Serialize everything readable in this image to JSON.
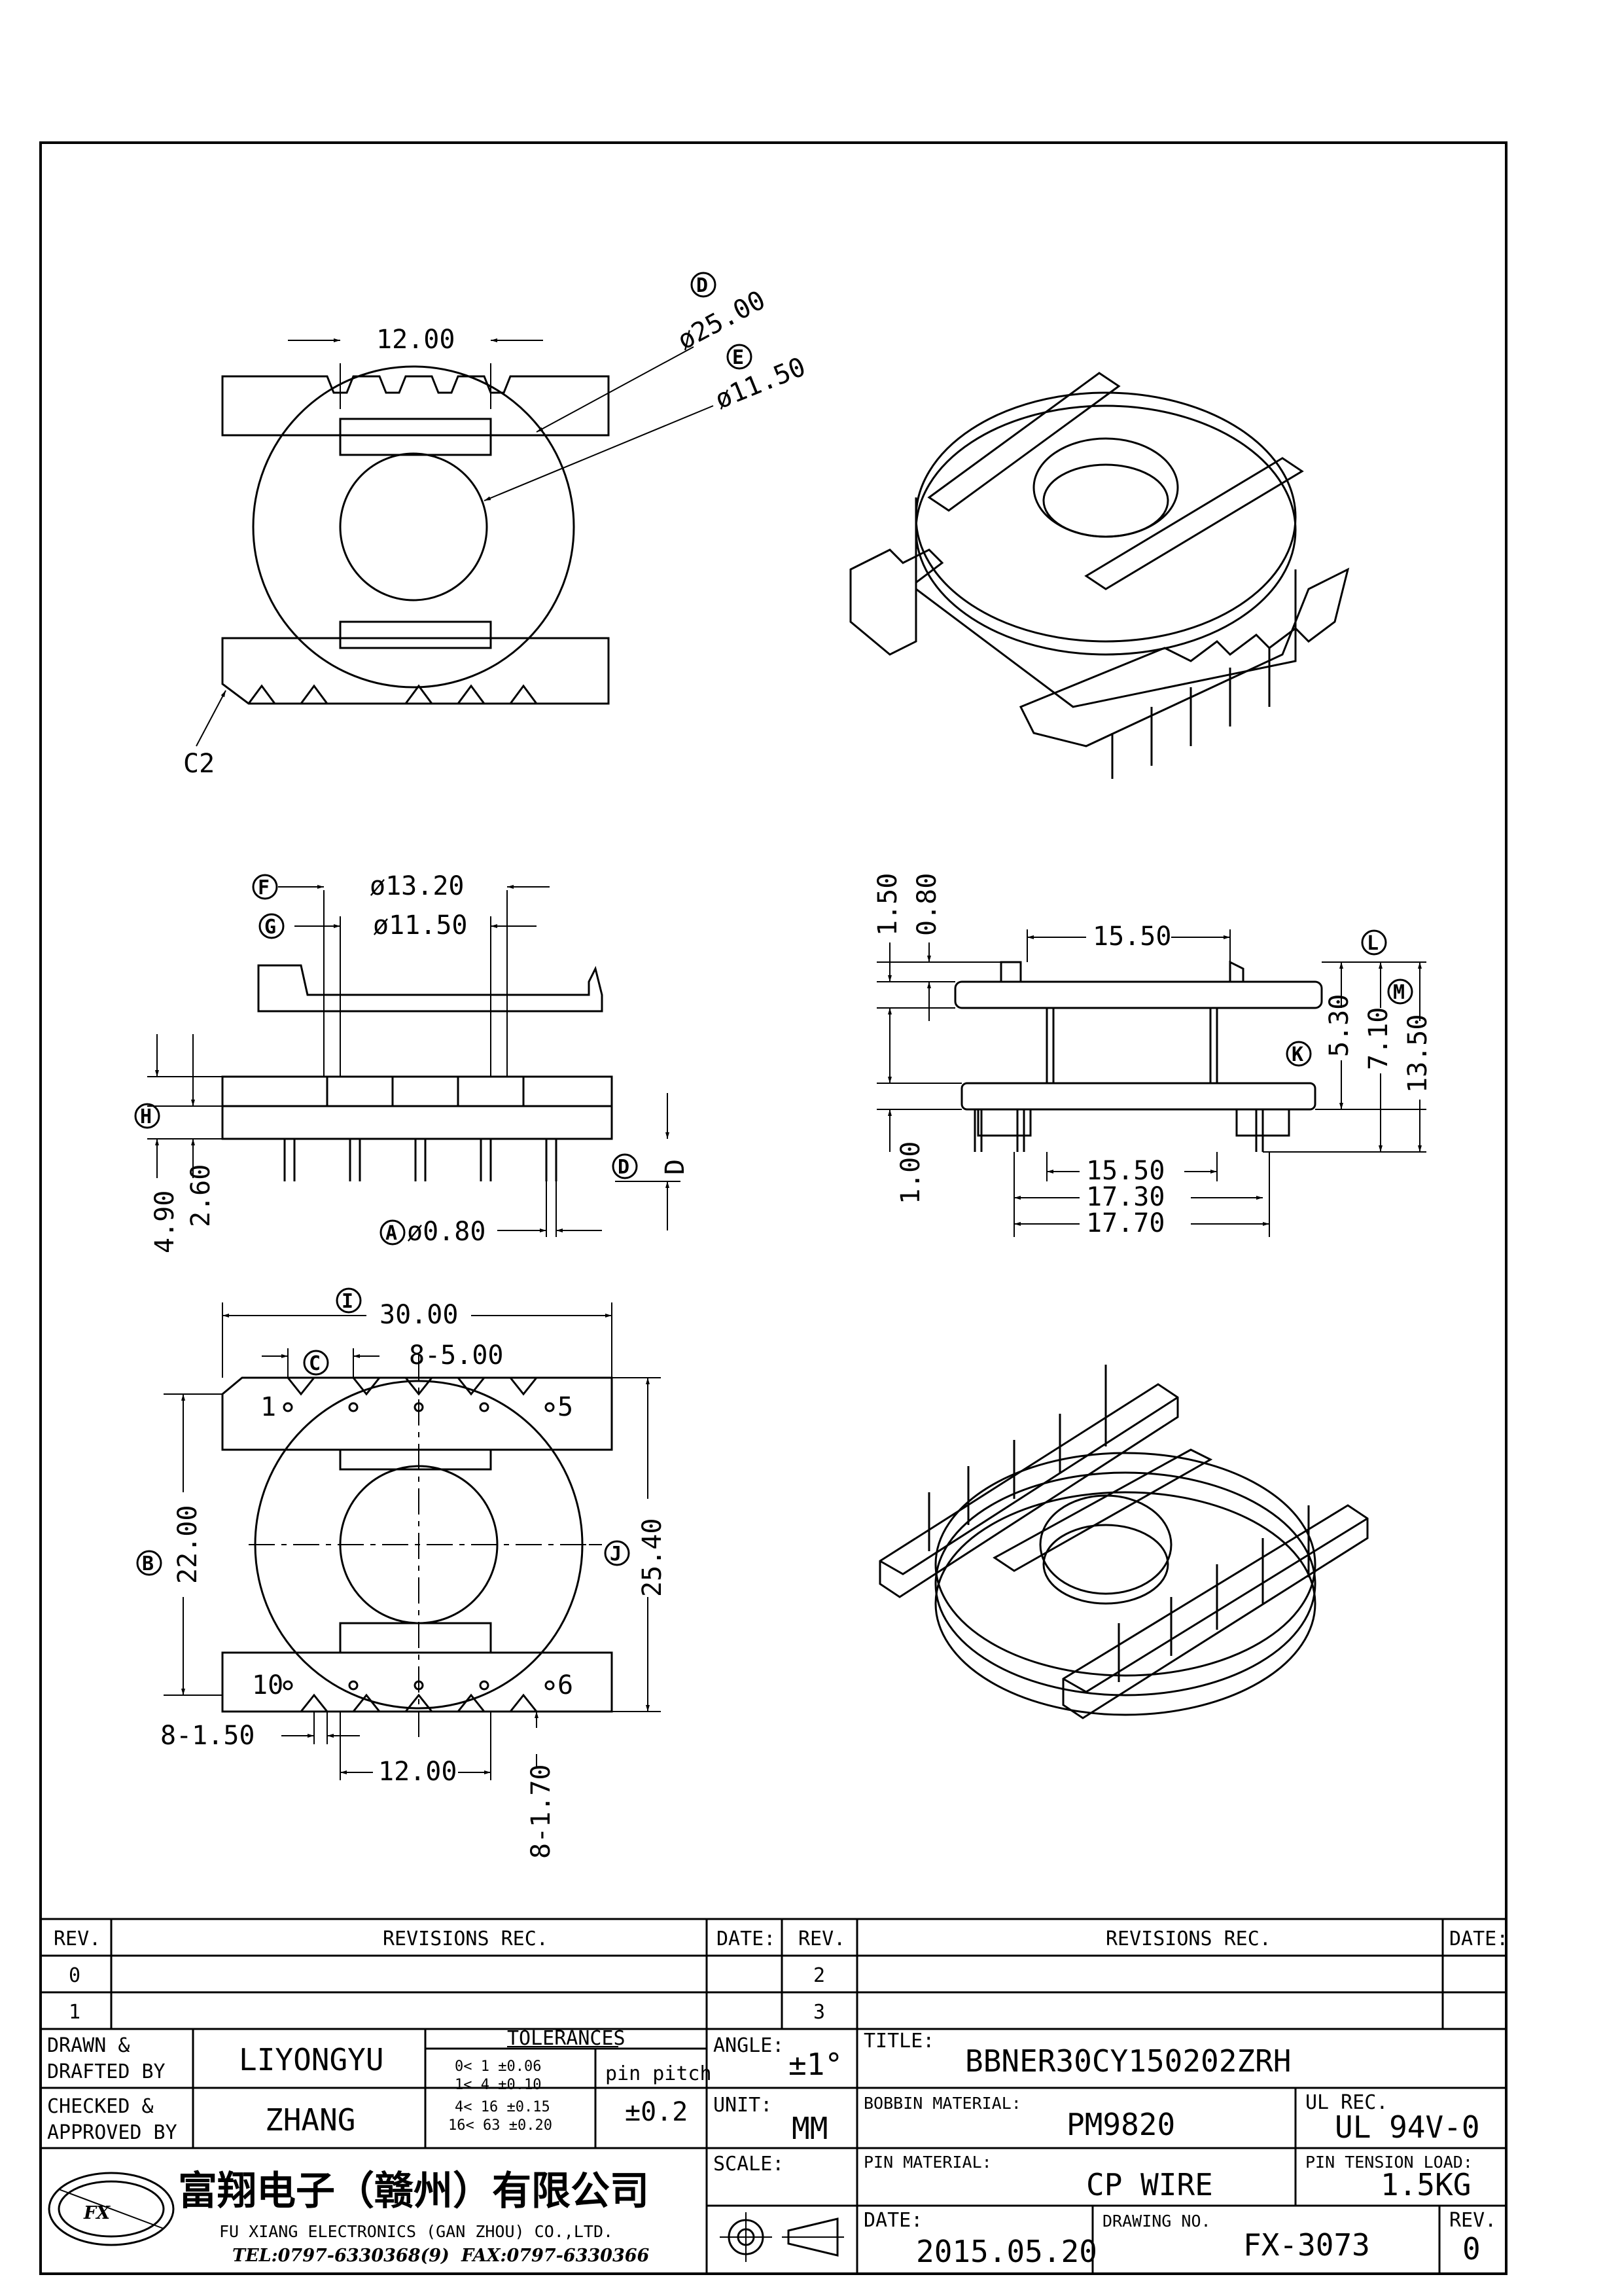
{
  "views": {
    "top": {
      "dim_width": "12.00",
      "callout_d": "D",
      "dim_d": "ø25.00",
      "callout_e": "E",
      "dim_e": "ø11.50",
      "chamfer": "C2"
    },
    "front": {
      "callout_f": "F",
      "dim_f": "ø13.20",
      "callout_g": "G",
      "dim_g": "ø11.50",
      "callout_h": "H",
      "dim_h1": "4.90",
      "dim_h2": "2.60",
      "callout_d": "D",
      "dim_d": "D",
      "callout_a": "A",
      "dim_a": "ø0.80"
    },
    "side": {
      "dim_150": "1.50",
      "dim_080": "0.80",
      "dim_top": "15.50",
      "callout_l": "L",
      "callout_m": "M",
      "callout_k": "K",
      "dim_530": "5.30",
      "dim_710": "7.10",
      "dim_1350": "13.50",
      "dim_100": "1.00",
      "dim_b1": "15.50",
      "dim_b2": "17.30",
      "dim_b3": "17.70"
    },
    "bottom": {
      "callout_i": "I",
      "dim_width": "30.00",
      "callout_c": "C",
      "dim_pitch": "8-5.00",
      "pin1": "1",
      "pin5": "5",
      "pin10": "10",
      "pin6": "6",
      "callout_b": "B",
      "dim_height": "22.00",
      "callout_j": "J",
      "dim_overall": "25.40",
      "dim_slot": "8-1.50",
      "dim_center": "12.00",
      "dim_vert": "8-1.70"
    }
  },
  "title_block": {
    "rev_header": "REV.",
    "revisions_header": "REVISIONS   REC.",
    "date_header": "DATE:",
    "rev_rows_left": [
      "0",
      "1"
    ],
    "rev_rows_right": [
      "2",
      "3"
    ],
    "drawn_label_1": "DRAWN &",
    "drawn_label_2": "DRAFTED BY",
    "drawn_by": "LIYONGYU",
    "checked_label_1": "CHECKED &",
    "checked_label_2": "APPROVED BY",
    "checked_by": "ZHANG",
    "tolerances_label": "TOLERANCES",
    "tol_rows": [
      "0<  1   ±0.06",
      "1<  4   ±0.10",
      "4<  16  ±0.15",
      "16<  63  ±0.20"
    ],
    "pin_pitch_label": "pin pitch",
    "pin_pitch_value": "±0.2",
    "angle_label": "ANGLE:",
    "angle_value": "±1°",
    "unit_label": "UNIT:",
    "unit_value": "MM",
    "scale_label": "SCALE:",
    "title_label": "TITLE:",
    "title_value": "BBNER30CY150202ZRH",
    "bobbin_label": "BOBBIN MATERIAL:",
    "bobbin_value": "PM9820",
    "ul_label": "UL REC.",
    "ul_value": "UL 94V-0",
    "pin_material_label": "PIN MATERIAL:",
    "pin_material_value": "CP WIRE",
    "tension_label": "PIN TENSION LOAD:",
    "tension_value": "1.5KG",
    "date_label": "DATE:",
    "date_value": "2015.05.20",
    "drawing_no_label": "DRAWING NO.",
    "drawing_no_value": "FX-3073",
    "rev_label": "REV.",
    "rev_value": "0",
    "company_cn": "富翔电子（赣州）有限公司",
    "company_en": "FU XIANG ELECTRONICS (GAN ZHOU) CO.,LTD.",
    "tel": "TEL:0797-6330368(9)",
    "fax": "FAX:0797-6330366",
    "logo_text": "FX"
  }
}
